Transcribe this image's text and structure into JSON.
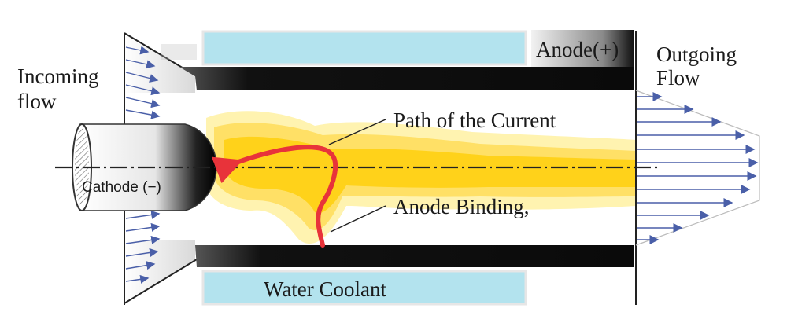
{
  "labels": {
    "incoming_line1": "Incoming",
    "incoming_line2": "flow",
    "outgoing_line1": "Outgoing",
    "outgoing_line2": "Flow",
    "anode": "Anode(+)",
    "cathode": "Cathode (−)",
    "path_current": "Path of the Current",
    "anode_binding": "Anode Binding,",
    "water_coolant": "Water Coolant"
  },
  "colors": {
    "coolant": "#b3e3ee",
    "anode_wall": "#111111",
    "plasma_outer": "#fff3b0",
    "plasma_mid": "#ffe066",
    "plasma_core": "#ffd21a",
    "current_path": "#e8333a",
    "flow_arrow": "#4a5fa8"
  }
}
